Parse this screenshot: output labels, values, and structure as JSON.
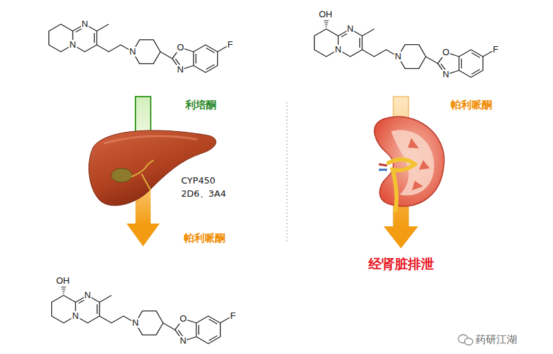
{
  "diagram": {
    "labels": [
      "N",
      "N",
      "N",
      "O",
      "N",
      "F",
      "利培酮",
      "OH",
      "N",
      "N",
      "N",
      "O",
      "N",
      "F",
      "帕利哌酮",
      "CYP450",
      "2D6、3A4",
      "帕利哌酮",
      "经肾脏排泄",
      "OH",
      "N",
      "N",
      "N",
      "O",
      "N",
      "F",
      "药研江湖"
    ]
  }
}
